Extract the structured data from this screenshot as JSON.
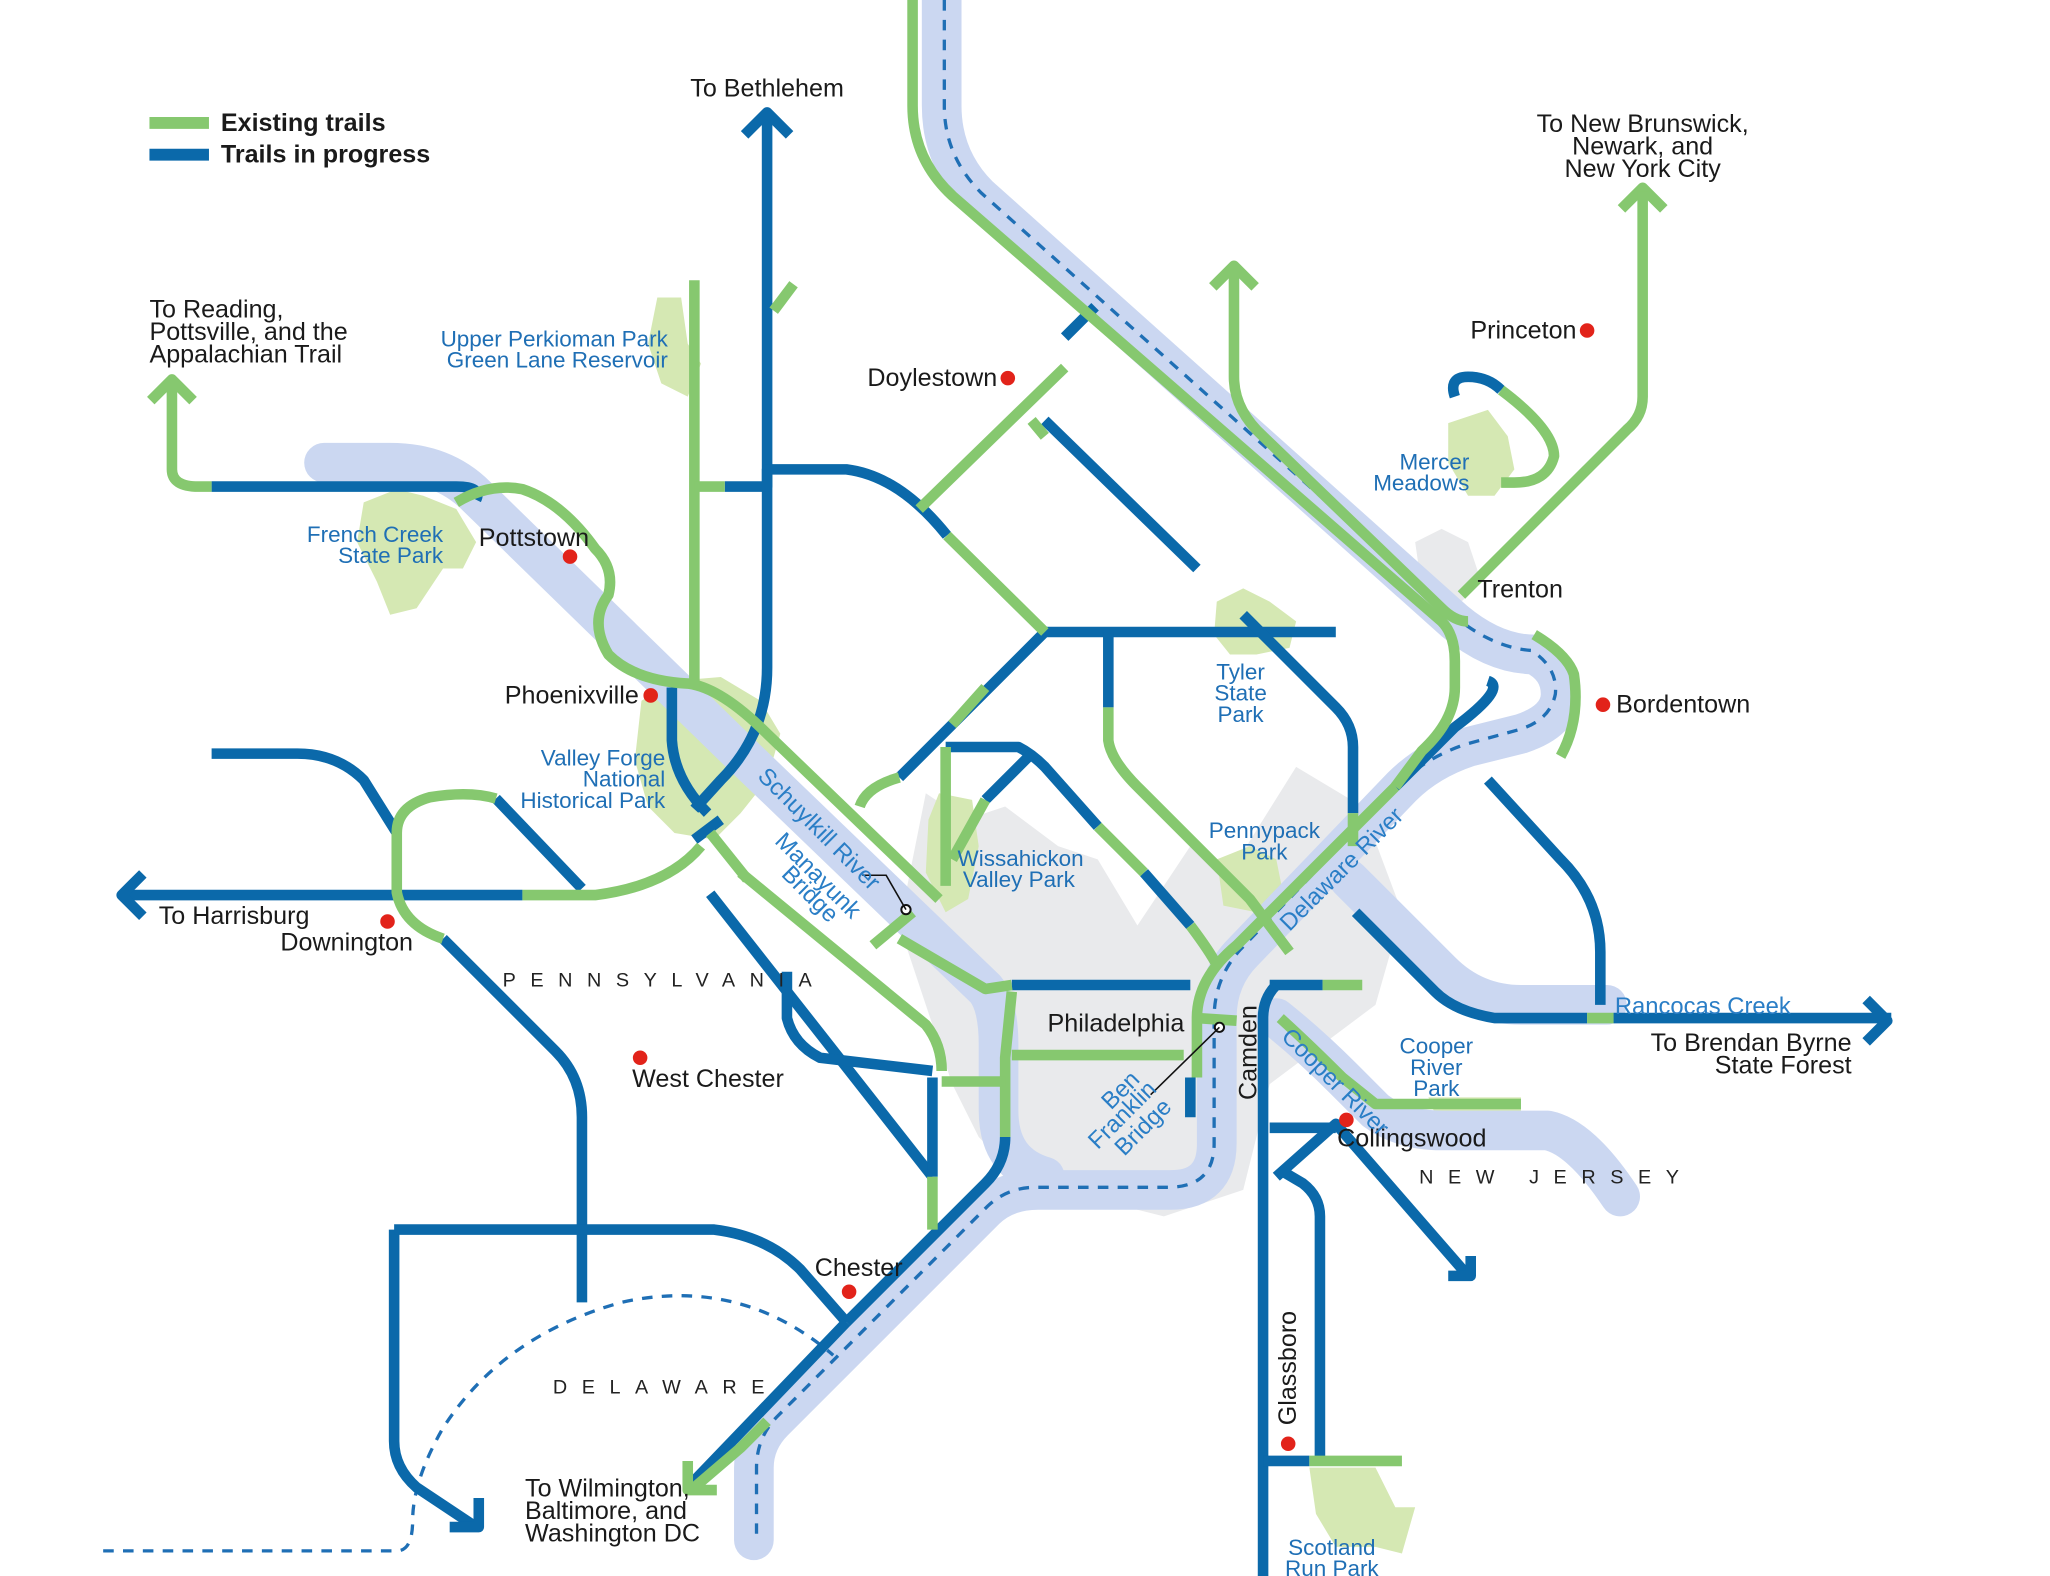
{
  "legend": {
    "existing_label": "Existing trails",
    "existing_color": "#86c86f",
    "progress_label": "Trails in progress",
    "progress_color": "#0b69aa"
  },
  "destinations": {
    "bethlehem": "To Bethlehem",
    "reading": [
      "To Reading,",
      "Pottsville, and the",
      "Appalachian Trail"
    ],
    "new_york": [
      "To New Brunswick,",
      "Newark, and",
      "New York City"
    ],
    "harrisburg": "To Harrisburg",
    "brendan_byrne": [
      "To Brendan Byrne",
      "State Forest"
    ],
    "wilmington": [
      "To Wilmington,",
      "Baltimore, and",
      "Washington DC"
    ]
  },
  "towns": {
    "doylestown": "Doylestown",
    "princeton": "Princeton",
    "pottstown": "Pottstown",
    "phoenixville": "Phoenixville",
    "trenton": "Trenton",
    "bordentown": "Bordentown",
    "downington": "Downington",
    "west_chester": "West Chester",
    "philadelphia": "Philadelphia",
    "camden": "Camden",
    "collingswood": "Collingswood",
    "chester": "Chester",
    "glassboro": "Glassboro"
  },
  "parks": {
    "upper_perkiomen": [
      "Upper Perkioman Park",
      "Green Lane Reservoir"
    ],
    "french_creek": [
      "French Creek",
      "State Park"
    ],
    "valley_forge": [
      "Valley Forge",
      "National",
      "Historical Park"
    ],
    "mercer_meadows": [
      "Mercer",
      "Meadows"
    ],
    "tyler": [
      "Tyler",
      "State",
      "Park"
    ],
    "wissahickon": [
      "Wissahickon",
      "Valley Park"
    ],
    "pennypack": [
      "Pennypack",
      "Park"
    ],
    "cooper_river_park": [
      "Cooper",
      "River",
      "Park"
    ],
    "scotland_run": [
      "Scotland",
      "Run Park"
    ]
  },
  "waterways": {
    "schuylkill": "Schuylkill River",
    "delaware": "Delaware River",
    "cooper": "Cooper River",
    "rancocas": "Rancocas Creek"
  },
  "bridges": {
    "manayunk": [
      "Manayunk",
      "Bridge"
    ],
    "ben_franklin": [
      "Ben",
      "Franklin",
      "Bridge"
    ]
  },
  "states": {
    "pennsylvania": "PENNSYLVANIA",
    "new_jersey": "NEW JERSEY",
    "delaware": "DELAWARE"
  }
}
